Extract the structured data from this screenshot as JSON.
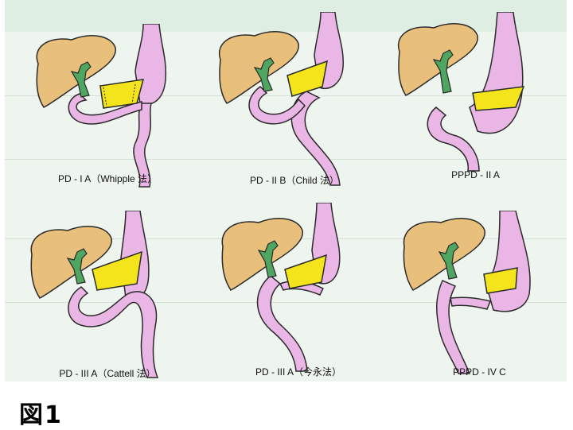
{
  "figure_label": "図1",
  "panels": [
    {
      "caption": "PD - I A（Whipple 法）"
    },
    {
      "caption": "PD - II B（Child 法）"
    },
    {
      "caption": "PPPD - II A"
    },
    {
      "caption": "PD - III A（Cattell 法）"
    },
    {
      "caption": "PD - III A（今永法）"
    },
    {
      "caption": "PPPD - IV C"
    }
  ],
  "colors": {
    "liver": "#e8c07c",
    "bile_duct": "#4ea660",
    "gi_tract": "#eab6e6",
    "pancreas": "#f3e41c",
    "outline": "#2a2a2a"
  }
}
